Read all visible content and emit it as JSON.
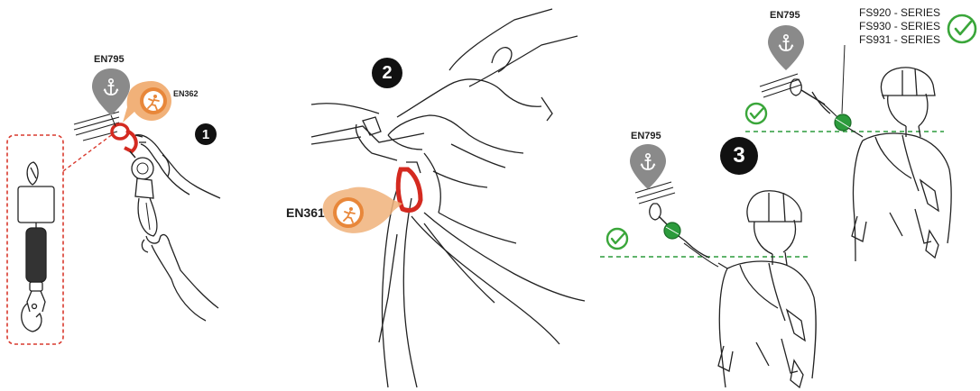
{
  "steps": {
    "one": "1",
    "two": "2",
    "three": "3"
  },
  "labels": {
    "en795_step1": "EN795",
    "en362": "EN362",
    "en361": "EN361",
    "en795_step3_upper": "EN795",
    "en795_step3_lower": "EN795"
  },
  "series": {
    "items": [
      "FS920 - SERIES",
      "FS930 - SERIES",
      "FS931 - SERIES"
    ]
  },
  "colors": {
    "anchor_pin": "#8a8a8a",
    "orange_badge": "#e8873a",
    "red_connector": "#d42a20",
    "green_device": "#2c9b3c",
    "check_green": "#3aa63a",
    "dashed_outline": "#d93a2e"
  },
  "icons": [
    "anchor-icon",
    "person-fall-icon",
    "check-icon"
  ]
}
